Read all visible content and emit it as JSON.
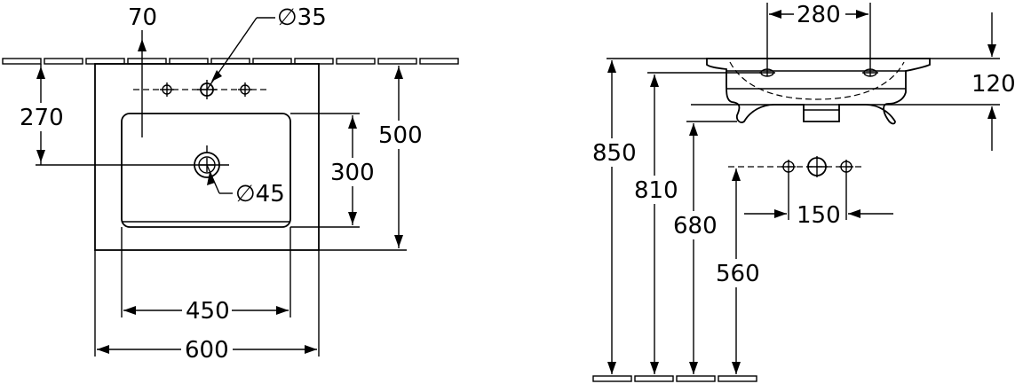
{
  "top_view": {
    "tap_hole_offset": "70",
    "tap_hole_diameter": "∅35",
    "bowl_depth_from_back": "270",
    "bowl_depth": "300",
    "overall_depth": "500",
    "waste_diameter": "∅45",
    "bowl_width": "450",
    "overall_width": "600"
  },
  "side_view": {
    "fixing_spacing": "280",
    "rim_thickness": "120",
    "rim_height": "850",
    "fixing_height": "810",
    "underside_height": "680",
    "tap_height": "560",
    "tap_spacing": "150"
  }
}
